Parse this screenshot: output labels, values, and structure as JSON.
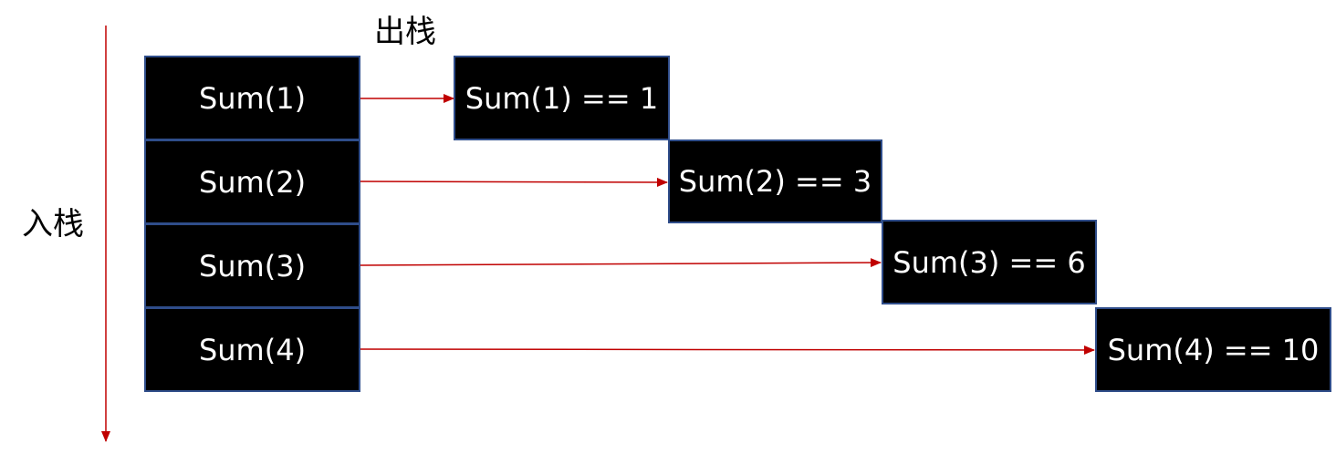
{
  "labels": {
    "push": "入栈",
    "pop": "出栈"
  },
  "stack": [
    {
      "label": "Sum(1)"
    },
    {
      "label": "Sum(2)"
    },
    {
      "label": "Sum(3)"
    },
    {
      "label": "Sum(4)"
    }
  ],
  "results": [
    {
      "label": "Sum(1) == 1"
    },
    {
      "label": "Sum(2) == 3"
    },
    {
      "label": "Sum(3) == 6"
    },
    {
      "label": "Sum(4) == 10"
    }
  ],
  "colors": {
    "box_fill": "#000000",
    "box_border": "#2f4d8a",
    "box_text": "#ffffff",
    "arrow": "#c00000"
  }
}
